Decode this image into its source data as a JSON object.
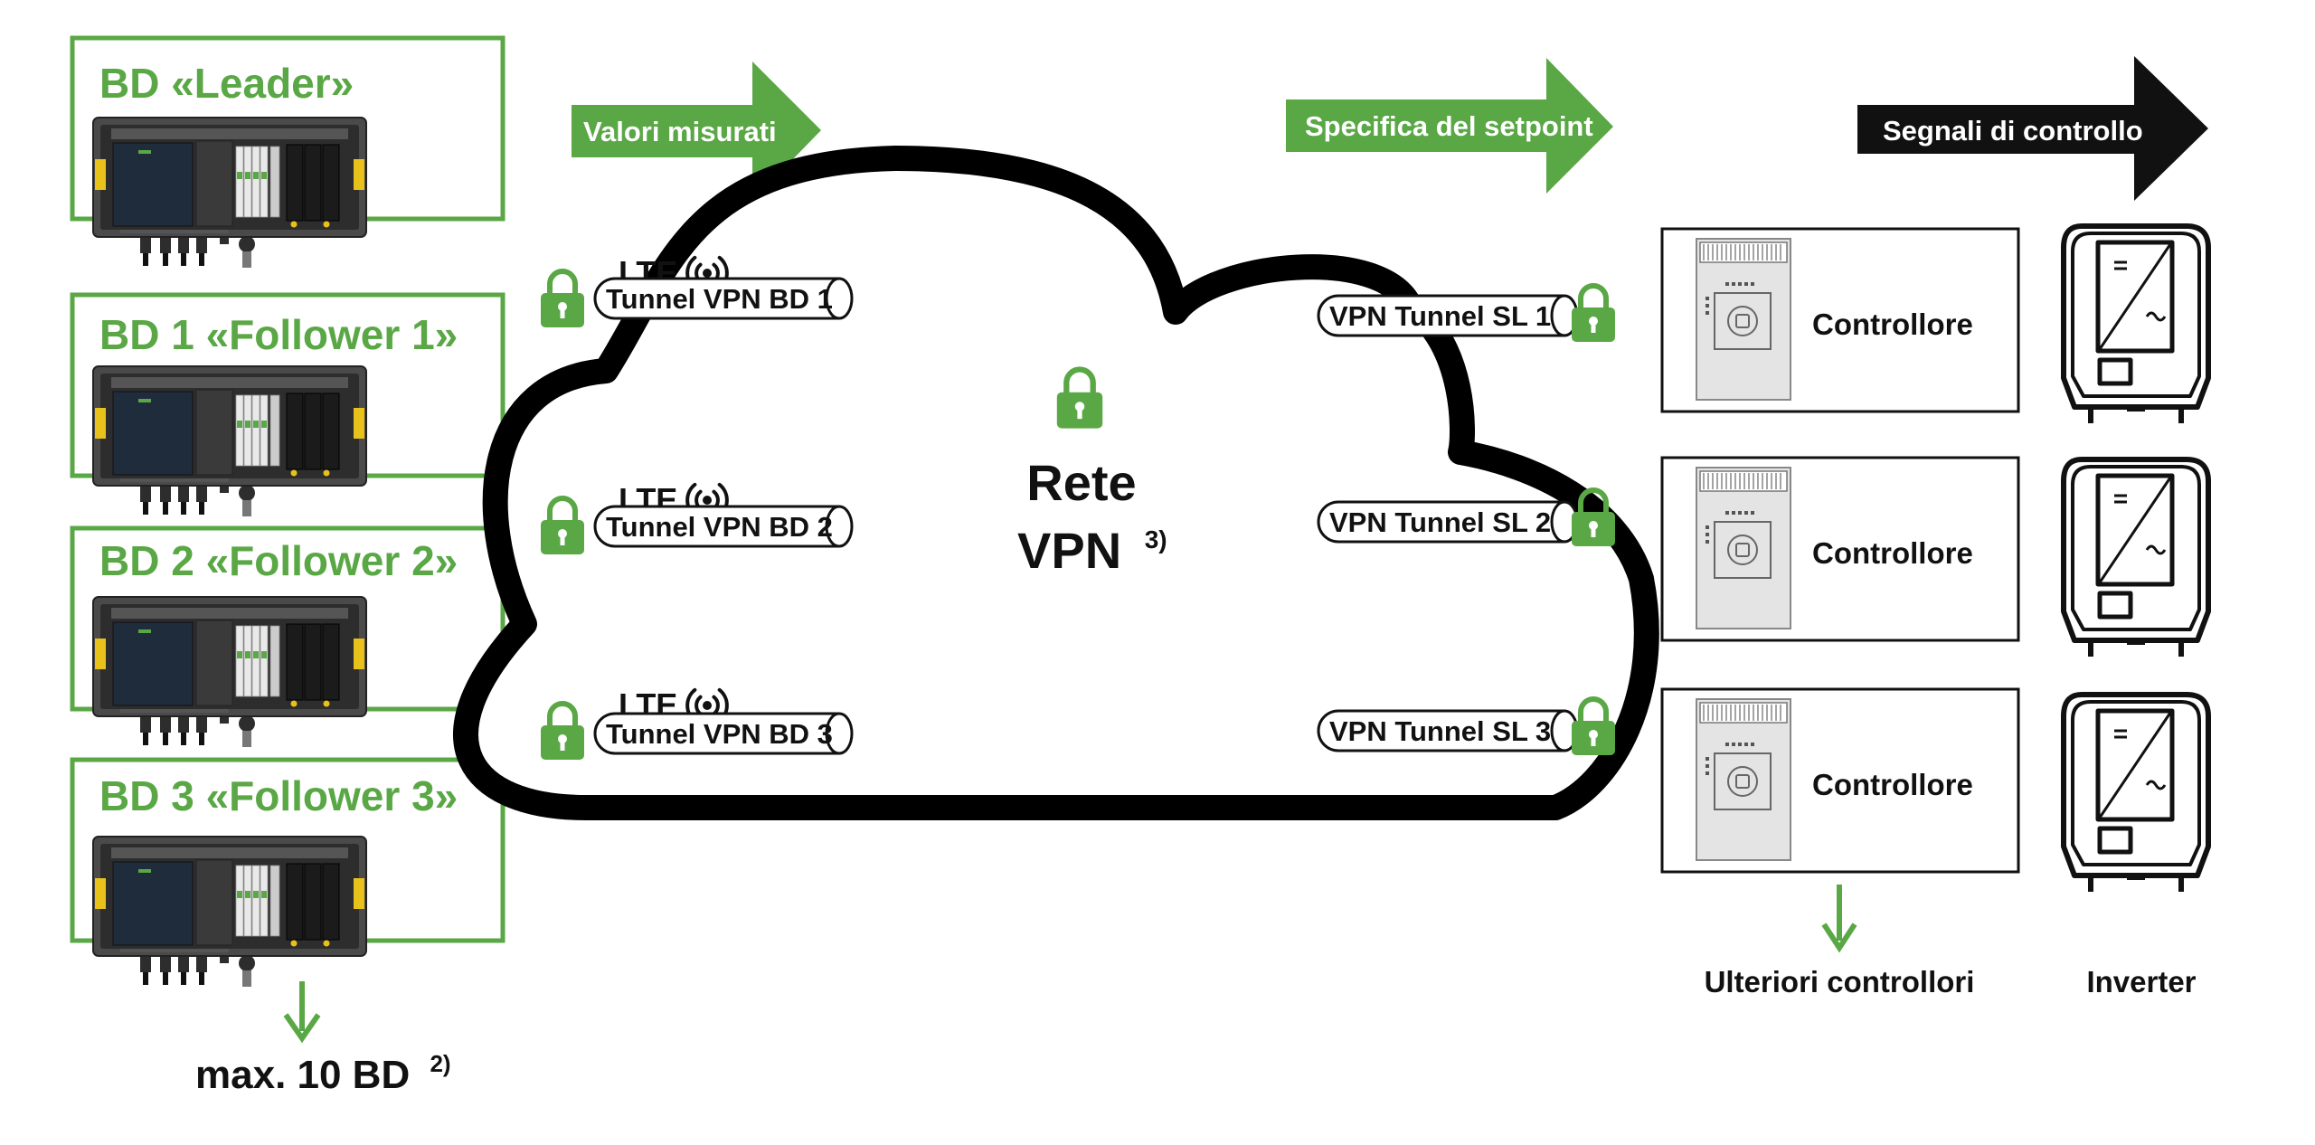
{
  "colors": {
    "green": "#5aa745",
    "black": "#111111",
    "device_body": "#4a4a4a",
    "device_dark": "#2d2d2d",
    "screen": "#1e2c3c",
    "module": "#e9e9e9",
    "controller_body": "#e4e4e4",
    "yellow": "#e8c21a"
  },
  "devices": [
    {
      "title": "BD «Leader»"
    },
    {
      "title": "BD 1 «Follower 1»"
    },
    {
      "title": "BD 2 «Follower 2»"
    },
    {
      "title": "BD 3 «Follower 3»"
    }
  ],
  "more_devices": {
    "label": "max. 10 BD",
    "sup": "2)"
  },
  "arrows": {
    "measured": "Valori misurati",
    "setpoint": "Specifica del setpoint",
    "control": "Segnali di controllo"
  },
  "lte_label": "LTE",
  "left_tunnels": [
    {
      "label": "Tunnel VPN BD 1"
    },
    {
      "label": "Tunnel VPN BD 2"
    },
    {
      "label": "Tunnel VPN BD 3"
    }
  ],
  "right_tunnels": [
    {
      "label": "VPN Tunnel SL 1"
    },
    {
      "label": "VPN Tunnel SL 2"
    },
    {
      "label": "VPN Tunnel SL 3"
    }
  ],
  "cloud": {
    "line1": "Rete",
    "line2": "VPN",
    "sup": "3)"
  },
  "controllers": [
    {
      "label": "Controllore"
    },
    {
      "label": "Controllore"
    },
    {
      "label": "Controllore"
    }
  ],
  "further_controllers": "Ulteriori controllori",
  "inverter_label": "Inverter",
  "icons": [
    "lock-icon",
    "wireless-signal-icon",
    "down-arrow-icon",
    "inverter-icon",
    "controller-device-icon",
    "battery-device-icon"
  ]
}
